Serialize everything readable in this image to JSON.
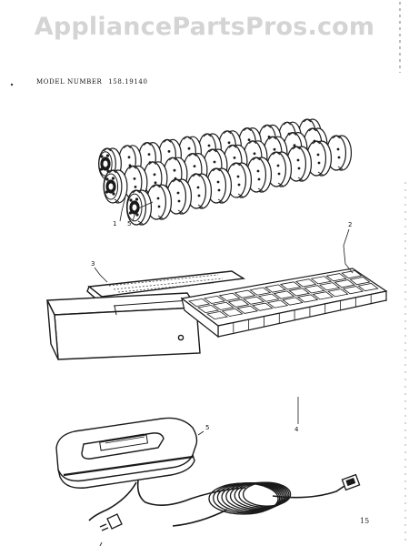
{
  "watermark": "AppliancePartsPros.com",
  "header": {
    "model_label": "MODEL NUMBER",
    "model_number": "158.19140"
  },
  "callouts": [
    "1",
    "5",
    "3",
    "2",
    "4",
    "5"
  ],
  "page_number": "15",
  "colors": {
    "ink": "#1a1a1a",
    "watermark": "#d4d4d4",
    "paper": "#ffffff"
  }
}
